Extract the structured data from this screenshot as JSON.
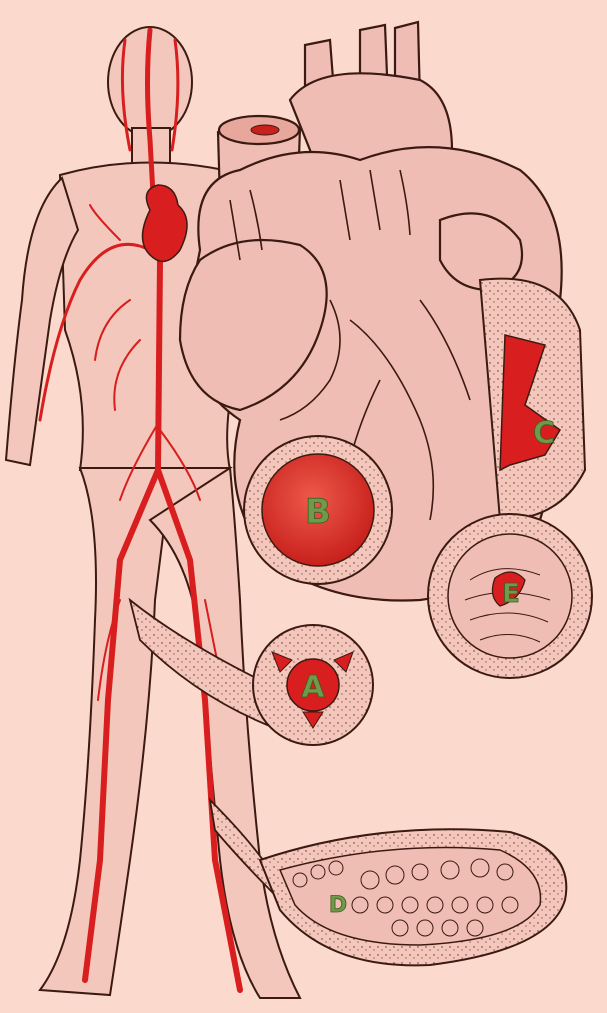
{
  "figure": {
    "labels": {
      "a": "A",
      "b": "B",
      "c": "C",
      "d": "D",
      "e": "E"
    }
  },
  "colors": {
    "background": "#fbd9cc",
    "skin": "#f3c7bc",
    "heart": "#efbdb4",
    "vessel": "#d81e1e",
    "outline": "#3b1a12",
    "label_fill": "#6f9a48"
  }
}
